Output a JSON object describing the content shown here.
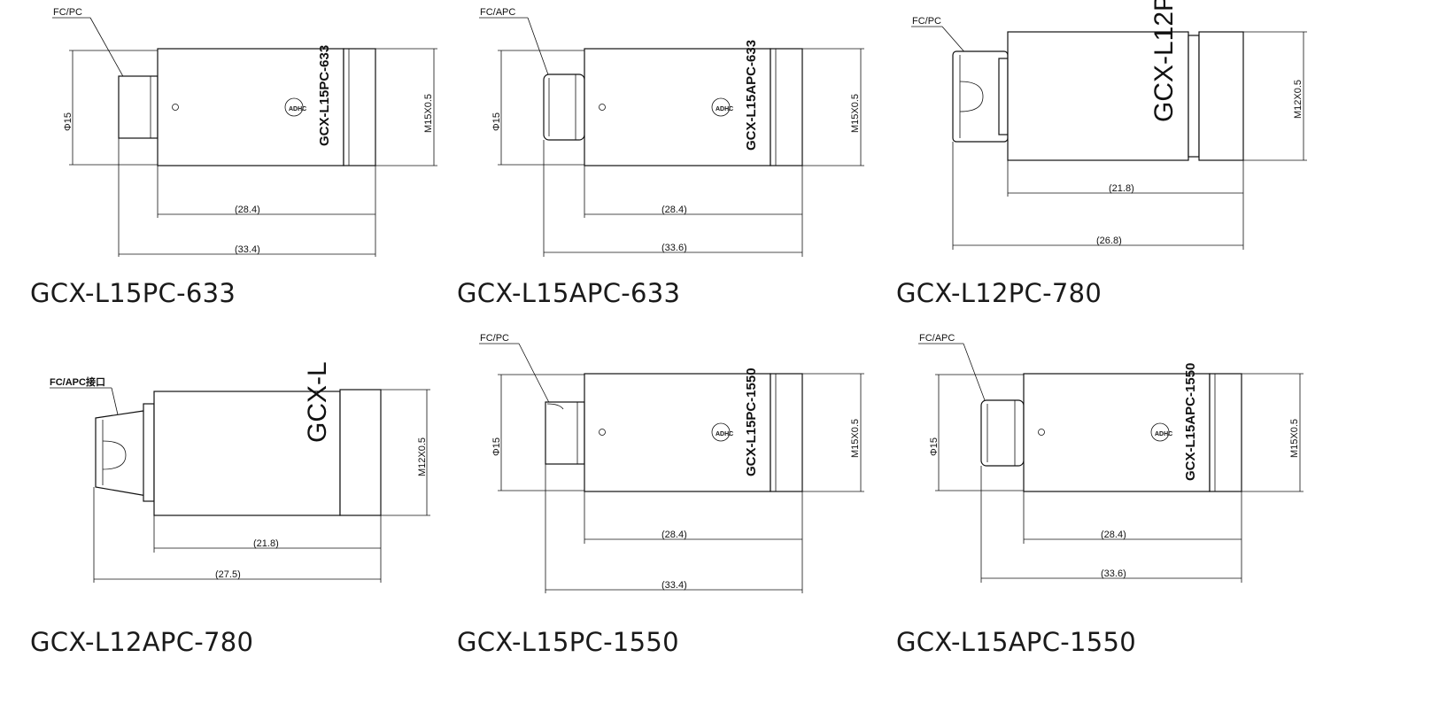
{
  "drawings": [
    {
      "model": "GCX-L15PC-633",
      "connector_label": "FC/PC",
      "diameter_label": "Φ15",
      "thread_label": "M15X0.5",
      "engraving": "GCX-L15PC-633",
      "inner_dimension": "(28.4)",
      "outer_dimension": "(33.4)"
    },
    {
      "model": "GCX-L15APC-633",
      "connector_label": "FC/APC",
      "diameter_label": "Φ15",
      "thread_label": "M15X0.5",
      "engraving": "GCX-L15APC-633",
      "inner_dimension": "(28.4)",
      "outer_dimension": "(33.6)"
    },
    {
      "model": "GCX-L12PC-780",
      "connector_label": "FC/PC",
      "thread_label": "M12X0.5",
      "engraving": "GCX-L12P",
      "inner_dimension": "(21.8)",
      "outer_dimension": "(26.8)"
    },
    {
      "model": "GCX-L12APC-780",
      "connector_label": "FC/APC接口",
      "thread_label": "M12X0.5",
      "engraving": "GCX-L",
      "inner_dimension": "(21.8)",
      "outer_dimension": "(27.5)"
    },
    {
      "model": "GCX-L15PC-1550",
      "connector_label": "FC/PC",
      "diameter_label": "Φ15",
      "thread_label": "M15X0.5",
      "engraving": "GCX-L15PC-1550",
      "inner_dimension": "(28.4)",
      "outer_dimension": "(33.4)"
    },
    {
      "model": "GCX-L15APC-1550",
      "connector_label": "FC/APC",
      "diameter_label": "Φ15",
      "thread_label": "M15X0.5",
      "engraving": "GCX-L15APC-1550",
      "inner_dimension": "(28.4)",
      "outer_dimension": "(33.6)"
    }
  ],
  "logo_text": "ADHC"
}
